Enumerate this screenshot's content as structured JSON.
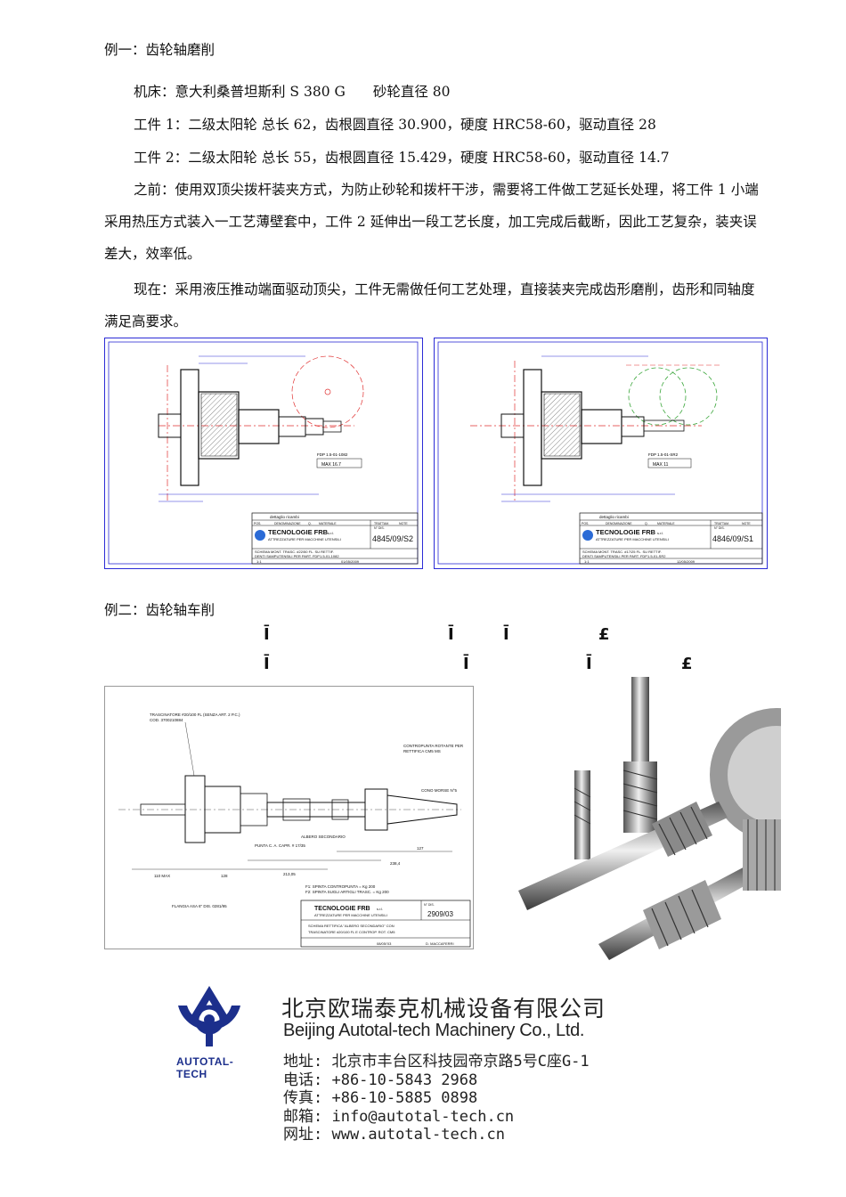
{
  "example1": {
    "heading": "例一：齿轮轴磨削",
    "machine": "机床：意大利桑普坦斯利 S 380 G　　砂轮直径 80",
    "workpiece1": "工件 1：二级太阳轮  总长 62，齿根圆直径 30.900，硬度 HRC58-60，驱动直径 28",
    "workpiece2": "工件 2：二级太阳轮  总长 55，齿根圆直径 15.429，硬度 HRC58-60，驱动直径 14.7",
    "before": "之前：使用双顶尖拨杆装夹方式，为防止砂轮和拨杆干涉，需要将工件做工艺延长处理，将工件 1 小端采用热压方式装入一工艺薄壁套中，工件 2 延伸出一段工艺长度，加工完成后截断，因此工艺复杂，装夹误差大，效率低。",
    "now": "现在：采用液压推动端面驱动顶尖，工件无需做任何工艺处理，直接装夹完成齿形磨削，齿形和同轴度满足高要求。"
  },
  "drawings": {
    "left": {
      "title_header": "dettaglio ricambi",
      "company": "TECNOLOGIE FRB",
      "company_suffix": "s.r.l.",
      "subtitle": "ATTREZZATURE PER MACCHINE UTENSILI",
      "number": "4845/09/S2",
      "desc1": "SCHEMA MONT. TRASC. #22/50 FL. SU RETTIF.",
      "desc2": "DENTI SAMPUTENSILI PER PART. FDP1.5-01-1082",
      "date": "01/05/2009",
      "col_pos": "POS.",
      "col_denom": "DENOMINAZIONE",
      "col_q": "Q.",
      "col_mat": "MATERIALE",
      "col_tratt": "TRATTAM.",
      "col_note": "NOTE",
      "nr_label": "N° DIS.",
      "scale": "1:1",
      "label_dim1": "MAX 16.7",
      "label_dim2": "FDP 1.5-01-1082"
    },
    "right": {
      "title_header": "dettaglio ricambi",
      "company": "TECNOLOGIE FRB",
      "company_suffix": "s.r.l.",
      "subtitle": "ATTREZZATURE PER MACCHINE UTENSILI",
      "number": "4846/09/S1",
      "desc1": "SCHEMA MONT. TRASC. #17/25 FL. SU RETTIF.",
      "desc2": "DENTI SAMPUTENSILI PER PART. FDP1.5-01-SR2",
      "date": "12/05/2009",
      "col_pos": "POS.",
      "col_denom": "DENOMINAZIONE",
      "col_q": "Q.",
      "col_mat": "MATERIALE",
      "col_tratt": "TRATTAM.",
      "col_note": "NOTE",
      "nr_label": "N° DIS.",
      "scale": "1:1",
      "label_dim1": "MAX 11",
      "label_dim2": "FDP 1.5-01-SR2"
    },
    "bottom": {
      "company": "TECNOLOGIE FRB",
      "company_suffix": "s.r.l.",
      "subtitle": "ATTREZZATURE PER MACCHINE UTENSILI",
      "number": "2909/03",
      "nr_label": "N° DIS.",
      "desc1": "SCHEMA RETTIFICA \"ALBERO SECONDARIO\" CON",
      "desc2": "TRASCINATORE #20/100 FL E CONTROP. ROT. CM5",
      "date": "08/05/'03",
      "author": "D. MACCAFERRI",
      "label_trasc": "TRASCINATORE #20/100 FL (SENZA ART. 2 P.C.)",
      "label_trasc_cod": "COD. 3700210884",
      "label_contro": "CONTROPUNTA ROTANTE PER",
      "label_contro2": "RETTIFICA CM5 MS",
      "label_cono": "CONO MORSE N°5",
      "label_albero": "ALBERO SECONDARIO",
      "label_punta": "PUNTA C. A. CAPR. # 17/35",
      "label_flangia": "FLANGIA ASA 6\" DIS. 0281/95",
      "label_f1": "F1: SPINTA CONTROPUNTA = Kg 200",
      "label_f2": "F2: SPINTA SUGLI ARTIGLI TRASC. = Kg 200",
      "dim_total": "213,05",
      "dim_a": "238,4",
      "dim_b": "127",
      "dim_c": "128",
      "dim_max": "110 MAX"
    }
  },
  "example2": {
    "heading": "例二：齿轮轴车削",
    "row1": [
      "Ī",
      "Ī",
      "Ī",
      "£"
    ],
    "row2": [
      "Ī",
      "Ī",
      "Ī",
      "£"
    ]
  },
  "footer": {
    "logo_text": "AUTOTAL-TECH",
    "company_cn": "北京欧瑞泰克机械设备有限公司",
    "company_en": "Beijing Autotal-tech Machinery Co., Ltd.",
    "address": "地址: 北京市丰台区科技园帝京路5号C座G-1",
    "phone": "电话: +86-10-5843 2968",
    "fax": "传真: +86-10-5885 0898",
    "email": "邮箱: info@autotal-tech.cn",
    "website": "网址: www.autotal-tech.cn"
  },
  "colors": {
    "frame": "#2b2bd6",
    "centerline": "#e03030",
    "gearline": "#3aa63a",
    "logo": "#1c2f8c"
  }
}
